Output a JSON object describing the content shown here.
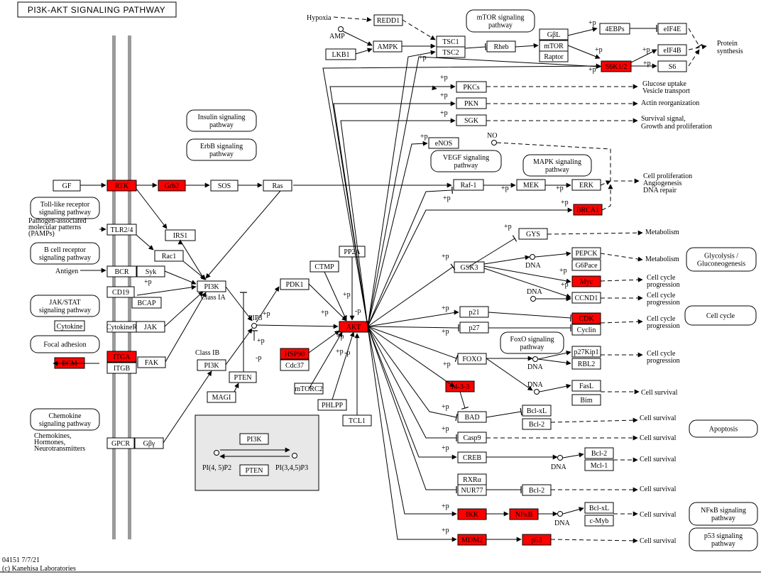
{
  "title": "PI3K-AKT SIGNALING PATHWAY",
  "footer_id": "04151 7/7/21",
  "footer_credit": "(c) Kanehisa Laboratories",
  "colors": {
    "highlight": "#ff0000",
    "membrane": "#9a9a9a",
    "legend_bg": "#e8e8e8"
  },
  "genes": {
    "gf": "GF",
    "rtk": "RTK",
    "grb2": "Grb2",
    "sos": "SOS",
    "ras": "Ras",
    "tlr24": "TLR2/4",
    "irs1": "IRS1",
    "rac1": "Rac1",
    "bcr": "BCR",
    "syk": "Syk",
    "cd19": "CD19",
    "bcap": "BCAP",
    "cytokine_r": "CytokineR",
    "jak": "JAK",
    "itga": "ITGA",
    "itgb": "ITGB",
    "fak": "FAK",
    "ecm": "ECM",
    "pi3k_a": "PI3K",
    "pi3k_b": "PI3K",
    "gpcr": "GPCR",
    "gby": "Gβγ",
    "pten": "PTEN",
    "magi": "MAGI",
    "pdk1": "PDK1",
    "pp2a": "PP2A",
    "ctmp": "CTMP",
    "akt": "AKT",
    "hsp90": "HSP90",
    "cdc37": "Cdc37",
    "mtorc2": "mTORC2",
    "phlpp": "PHLPP",
    "tcl1": "TCL1",
    "redd1": "REDD1",
    "ampk": "AMPK",
    "lkb1": "LKB1",
    "tsc1": "TSC1",
    "tsc2": "TSC2",
    "rheb": "Rheb",
    "gbl": "GβL",
    "mtor": "mTOR",
    "raptor": "Raptor",
    "ebp": "4EBPs",
    "eif4e": "eIF4E",
    "eif4b": "eIF4B",
    "s6k": "S6K1/2",
    "s6": "S6",
    "pkcs": "PKCs",
    "pkn": "PKN",
    "sgk": "SGK",
    "enos": "eNOS",
    "raf1": "Raf-1",
    "mek": "MEK",
    "erk": "ERK",
    "brca1": "BRCA1",
    "gys": "GYS",
    "gsk3": "GSK3",
    "pepck": "PEPCK",
    "g6pace": "G6Pace",
    "myc": "Myc",
    "ccnd1": "CCND1",
    "p21": "p21",
    "p27": "p27",
    "cdk": "CDK",
    "cyclin": "Cyclin",
    "foxo": "FOXO",
    "p27kip1": "p27Kip1",
    "rbl2": "RBL2",
    "fasl": "FasL",
    "bim": "Bim",
    "g1433": "14-3-3",
    "bad": "BAD",
    "bclxl_a": "Bcl-xL",
    "bcl2_a": "Bcl-2",
    "casp9": "Casp9",
    "creb": "CREB",
    "bcl2_b": "Bcl-2",
    "mcl1": "Mcl-1",
    "rxra": "RXRα",
    "nur77": "NUR77",
    "bcl2_c": "Bcl-2",
    "ikk": "IKK",
    "nfkb": "NFκB",
    "bclxl_b": "Bcl-xL",
    "cmyb": "c-Myb",
    "mdm2": "MDM2",
    "p53": "p53"
  },
  "pathways": {
    "insulin": [
      "Insulin signaling",
      "pathway"
    ],
    "erbb": [
      "ErbB signaling",
      "pathway"
    ],
    "toll": [
      "Toll-like receptor",
      "signaling pathway"
    ],
    "bcell": [
      "B cell receptor",
      "signaling pathway"
    ],
    "jakstat": [
      "JAK/STAT",
      "signaling pathway"
    ],
    "focal": [
      "Focal adhesion"
    ],
    "chemokine": [
      "Chemokine",
      "signaling pathway"
    ],
    "mtor": [
      "mTOR signaling",
      "pathway"
    ],
    "vegf": [
      "VEGF signaling",
      "pathway"
    ],
    "mapk": [
      "MAPK signaling",
      "pathway"
    ],
    "glycolysis": [
      "Glycolysis /",
      "Gluconeogenesis"
    ],
    "cellcycle": [
      "Cell cycle"
    ],
    "foxo": [
      "FoxO signaling",
      "pathway"
    ],
    "apoptosis": [
      "Apoptosis"
    ],
    "nfkb": [
      "NFκB signaling",
      "pathway"
    ],
    "p53": [
      "p53 signaling",
      "pathway"
    ]
  },
  "labels": {
    "hypoxia": "Hypoxia",
    "amp": "AMP",
    "antigen": "Antigen",
    "pamps": [
      "Pathogen-associated",
      "molecular patterns",
      "(PAMPs)"
    ],
    "cytokine": "Cytokine",
    "chemokines": [
      "Chemokines,",
      "Hormones,",
      "Neurotransmitters"
    ],
    "class_ia": "Class IA",
    "class_ib": "Class IB",
    "pip3": "PIP3",
    "no": "NO",
    "pi45p2": "PI(4, 5)P2",
    "pi345p3": "PI(3,4,5)P3",
    "dna": "DNA",
    "plus_p": "+p",
    "minus_p": "-p"
  },
  "outcomes": {
    "protein_synthesis": [
      "Protein",
      "synthesis"
    ],
    "glucose_uptake": [
      "Glucose uptake",
      "Vesicle transport"
    ],
    "actin": [
      "Actin reorganization"
    ],
    "survival_growth": [
      "Survival signal,",
      "Growth and proliferation"
    ],
    "proliferation": [
      "Cell proliferation",
      "Angiogenesis",
      "DNA repair"
    ],
    "metabolism": "Metabolism",
    "cc_progression": [
      "Cell cycle",
      "progression"
    ],
    "cell_survival": "Cell survival"
  }
}
